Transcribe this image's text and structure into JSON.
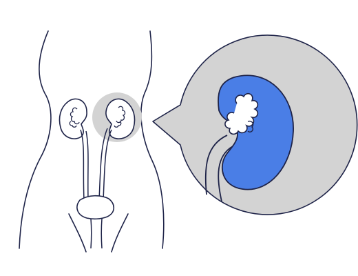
{
  "figure": {
    "background": "#ffffff",
    "line_color": "#1e2348",
    "highlight_fill": "#d3d3d3",
    "kidney_fill": "#4a7ee6",
    "icons": [
      "torso-outline",
      "left-kidney",
      "right-kidney",
      "ureters",
      "bladder",
      "urethra",
      "zoom-bubble",
      "kidney-closeup"
    ]
  }
}
